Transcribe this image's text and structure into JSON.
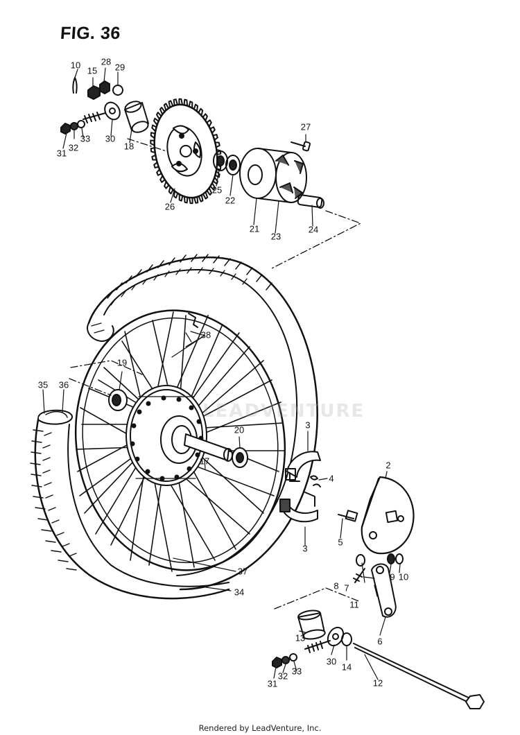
{
  "figure": {
    "title": "FIG. 36"
  },
  "watermark": "LEADVENTURE",
  "footer": {
    "text": "Rendered by LeadVenture, Inc."
  },
  "callouts": {
    "c10": "10",
    "c15": "15",
    "c28": "28",
    "c29": "29",
    "c27": "27",
    "c31a": "31",
    "c32a": "32",
    "c33a": "33",
    "c30a": "30",
    "c18": "18",
    "c26": "26",
    "c25": "25",
    "c22": "22",
    "c21": "21",
    "c23": "23",
    "c24": "24",
    "c38": "38",
    "c19": "19",
    "c35": "35",
    "c36": "36",
    "c20": "20",
    "c17": "17",
    "c3a": "3",
    "c4": "4",
    "c3b": "3",
    "c5": "5",
    "c2": "2",
    "c8": "8",
    "c7": "7",
    "c9": "9",
    "c10b": "10",
    "c11": "11",
    "c6": "6",
    "c37": "37",
    "c34": "34",
    "c13": "13",
    "c30b": "30",
    "c14": "14",
    "c12": "12",
    "c31b": "31",
    "c32b": "32",
    "c33b": "33"
  },
  "colors": {
    "ink": "#111111",
    "paper": "#ffffff",
    "watermark": "#aaaaaa"
  }
}
